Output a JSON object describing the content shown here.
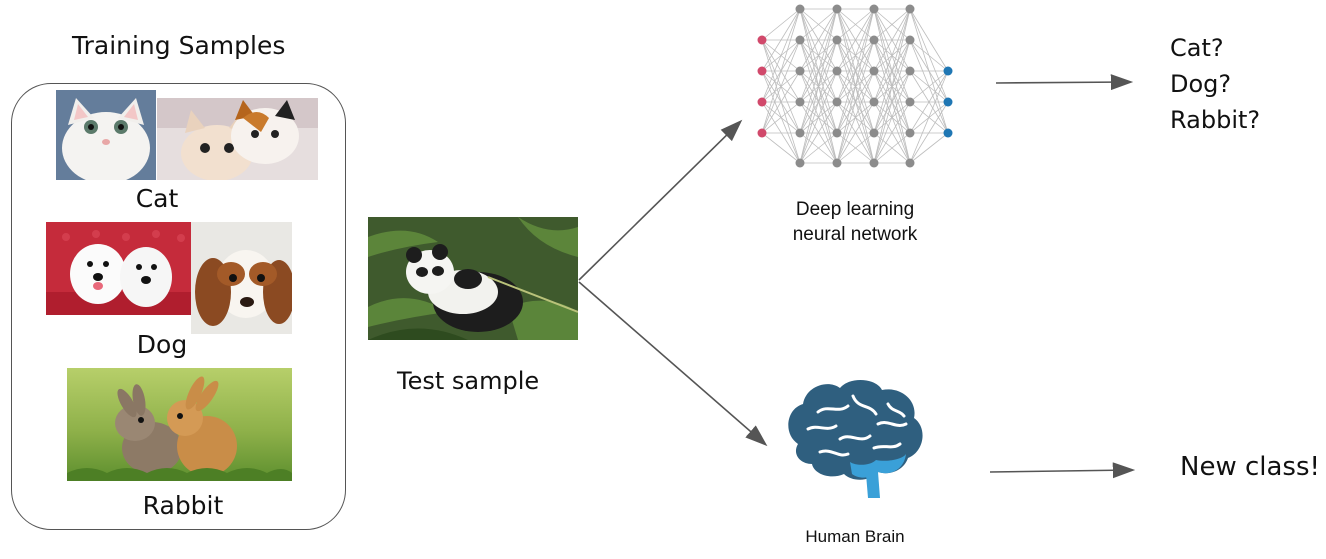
{
  "training": {
    "title": "Training Samples",
    "classes": [
      {
        "label": "Cat"
      },
      {
        "label": "Dog"
      },
      {
        "label": "Rabbit"
      }
    ]
  },
  "test": {
    "label": "Test sample"
  },
  "deep_learning": {
    "label_line1": "Deep learning",
    "label_line2": "neural network",
    "outputs": [
      "Cat?",
      "Dog?",
      "Rabbit?"
    ]
  },
  "brain": {
    "label": "Human Brain",
    "output": "New class!"
  },
  "colors": {
    "input_node": "#d1496b",
    "hidden_node": "#8c8c8c",
    "output_node": "#1f77b4",
    "brain_dark": "#2f5f7f",
    "brain_light": "#3aa0d8",
    "edge": "#bdbdbd",
    "arrow": "#555555"
  },
  "icons": {
    "network": "neural-network-icon",
    "brain": "brain-icon"
  }
}
